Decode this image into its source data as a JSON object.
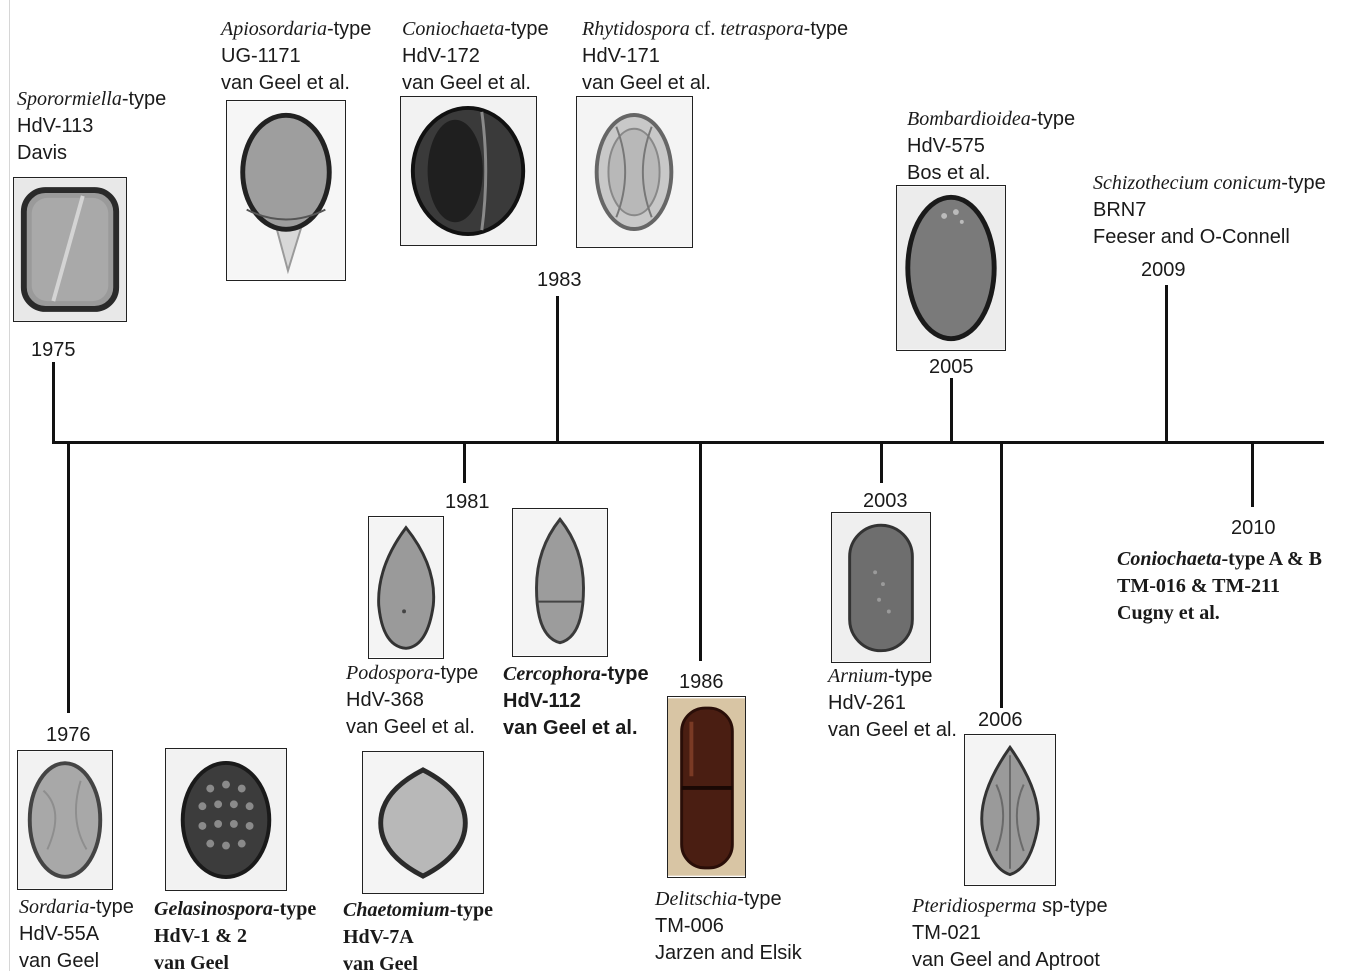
{
  "timeline": {
    "years": {
      "y1975": "1975",
      "y1976": "1976",
      "y1981": "1981",
      "y1983": "1983",
      "y1986": "1986",
      "y2003": "2003",
      "y2005": "2005",
      "y2006": "2006",
      "y2009": "2009",
      "y2010": "2010"
    }
  },
  "entries": {
    "sporormiella": {
      "name": "Sporormiella",
      "suffix": "-type",
      "code": "HdV-113",
      "author": "Davis"
    },
    "apiosordaria": {
      "name": "Apiosordaria",
      "suffix": "-type",
      "code": "UG-1171",
      "author": "van Geel et al."
    },
    "coniochaeta": {
      "name": "Coniochaeta",
      "suffix": "-type",
      "code": "HdV-172",
      "author": "van Geel et al."
    },
    "rhytidospora": {
      "name": "Rhytidospora",
      "mid": " cf. ",
      "name2": "tetraspora",
      "suffix": "-type",
      "code": "HdV-171",
      "author": "van Geel et al."
    },
    "bombardioidea": {
      "name": "Bombardioidea",
      "suffix": "-type",
      "code": "HdV-575",
      "author": "Bos et al."
    },
    "schizothecium": {
      "name": "Schizothecium conicum",
      "suffix": "-type",
      "code": "BRN7",
      "author": "Feeser and O-Connell"
    },
    "sordaria": {
      "name": "Sordaria",
      "suffix": "-type",
      "code": "HdV-55A",
      "author": "van Geel"
    },
    "gelasinospora": {
      "name": "Gelasinospora",
      "suffix": "-type",
      "code": "HdV-1 & 2",
      "author": "van Geel"
    },
    "chaetomium": {
      "name": "Chaetomium",
      "suffix": "-type",
      "code": "HdV-7A",
      "author": "van Geel"
    },
    "podospora": {
      "name": "Podospora",
      "suffix": "-type",
      "code": "HdV-368",
      "author": "van Geel et al."
    },
    "cercophora": {
      "name": "Cercophora",
      "suffix": "-type",
      "code": "HdV-112",
      "author": "van Geel et al."
    },
    "delitschia": {
      "name": "Delitschia",
      "suffix": "-type",
      "code": "TM-006",
      "author": "Jarzen and Elsik"
    },
    "arnium": {
      "name": "Arnium",
      "suffix": "-type",
      "code": "HdV-261",
      "author": "van Geel et al."
    },
    "pteridiosperma": {
      "name": "Pteridiosperma",
      "suffix": " sp-type",
      "code": "TM-021",
      "author": "van Geel and Aptroot"
    },
    "coniochaeta_ab": {
      "name": "Coniochaeta",
      "suffix": "-type A & B",
      "code": "TM-016 & TM-211",
      "author": "Cugny et al."
    }
  },
  "colors": {
    "axis": "#111111",
    "spore_gray": "#8a8a8a",
    "delitschia_brown": "#4a1e12",
    "delitschia_bg": "#d8c5a4"
  }
}
